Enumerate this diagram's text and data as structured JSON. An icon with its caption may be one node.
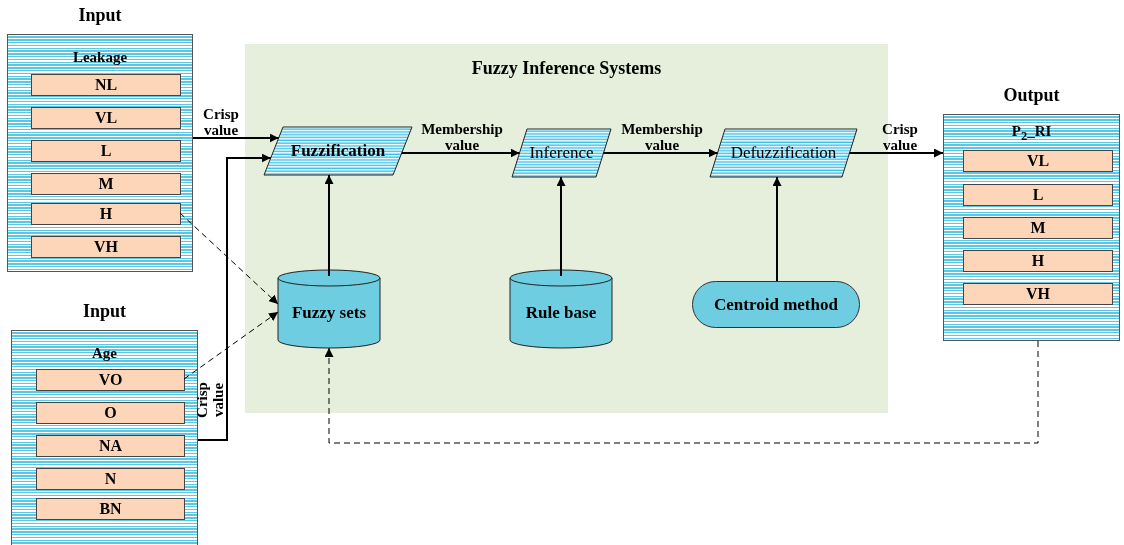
{
  "diagram": {
    "nodes": [
      {
        "text": [
          "Input",
          "Leakage"
        ]
      },
      {
        "text": [
          "NL"
        ],
        "in": 0
      },
      {
        "text": [
          "VL"
        ],
        "in": 0
      },
      {
        "text": [
          "L"
        ],
        "in": 0
      },
      {
        "text": [
          "M"
        ],
        "in": 0
      },
      {
        "text": [
          "H"
        ],
        "in": 0
      },
      {
        "text": [
          "VH"
        ],
        "in": 0
      },
      {
        "text": [
          "Input",
          "Age"
        ]
      },
      {
        "text": [
          "VO"
        ],
        "in": 7
      },
      {
        "text": [
          "O"
        ],
        "in": 7
      },
      {
        "text": [
          "NA"
        ],
        "in": 7
      },
      {
        "text": [
          "N"
        ],
        "in": 7
      },
      {
        "text": [
          "BN"
        ],
        "in": 7
      },
      {
        "text": [
          "Fuzzy Inference Systems"
        ]
      },
      {
        "text": [
          "Fuzzification"
        ],
        "in": 13
      },
      {
        "text": [
          "Inference"
        ],
        "in": 13
      },
      {
        "text": [
          "Defuzzification"
        ],
        "in": 13
      },
      {
        "text": [
          "Fuzzy sets"
        ],
        "in": 13
      },
      {
        "text": [
          "Rule base"
        ],
        "in": 13
      },
      {
        "text": [
          "Centroid method"
        ],
        "in": 13
      },
      {
        "text": [
          "Output",
          "P$_{2}$_RI"
        ]
      },
      {
        "text": [
          "VL"
        ],
        "in": 20
      },
      {
        "text": [
          "L"
        ],
        "in": 20
      },
      {
        "text": [
          "M"
        ],
        "in": 20
      },
      {
        "text": [
          "H"
        ],
        "in": 20
      },
      {
        "text": [
          "VH"
        ],
        "in": 20
      }
    ],
    "edges": [
      {
        "from": 0,
        "to": 14,
        "arrow": "to",
        "label": "Crisp value"
      },
      {
        "from": 7,
        "to": 14,
        "arrow": "to",
        "label": "Crisp value"
      },
      {
        "from": 14,
        "to": 15,
        "arrow": "to",
        "label": "Membership value"
      },
      {
        "from": 15,
        "to": 16,
        "arrow": "to",
        "label": "Membership value"
      },
      {
        "from": 16,
        "to": 20,
        "arrow": "to",
        "label": "Crisp value"
      },
      {
        "from": 17,
        "to": 14,
        "arrow": "to"
      },
      {
        "from": 18,
        "to": 15,
        "arrow": "to"
      },
      {
        "from": 19,
        "to": 16,
        "arrow": "to"
      },
      {
        "from": 5,
        "to": 17,
        "arrow": "to",
        "style": "dashed"
      },
      {
        "from": 8,
        "to": 17,
        "arrow": "to",
        "style": "dashed"
      },
      {
        "from": 20,
        "to": 17,
        "arrow": "to",
        "style": "dashed"
      }
    ]
  }
}
